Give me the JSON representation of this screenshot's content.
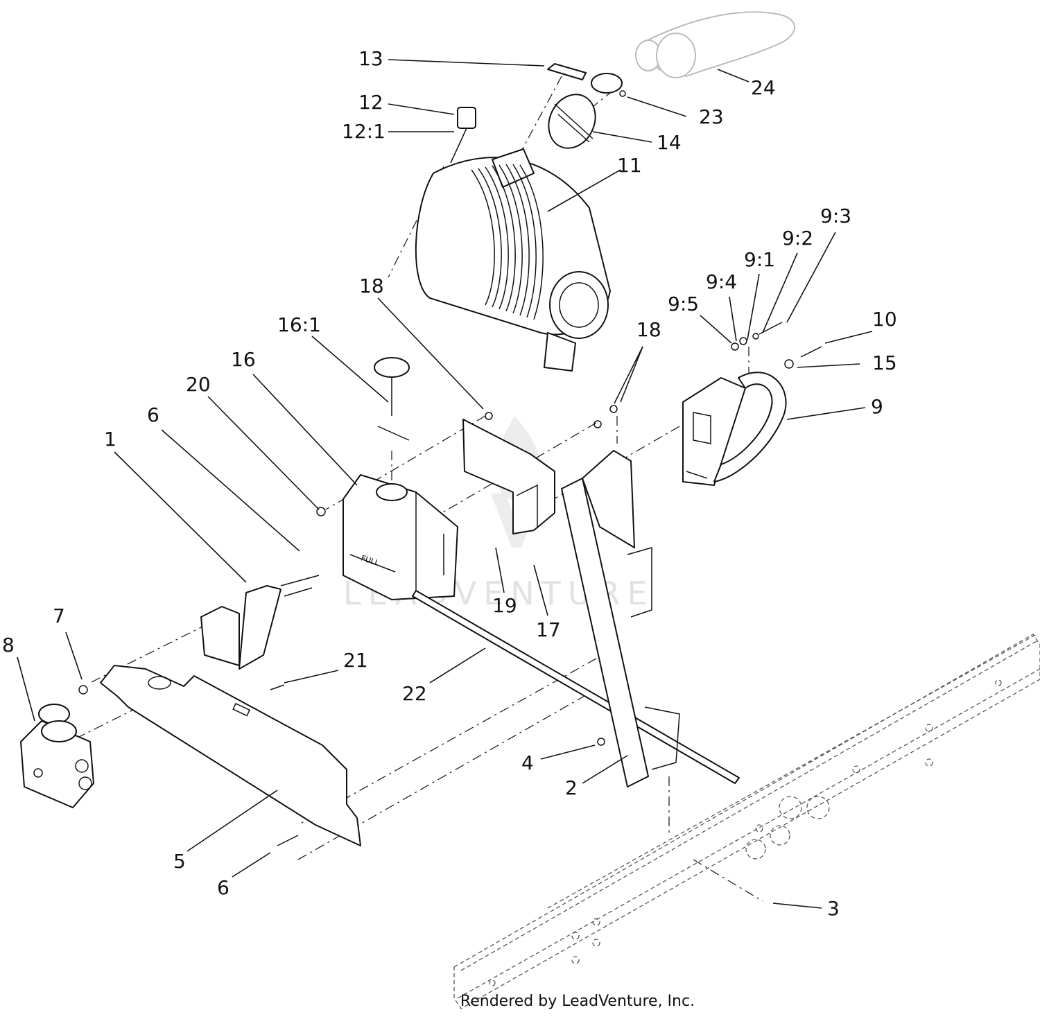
{
  "watermark": "LEADVENTURE",
  "footer": "Rendered by LeadVenture, Inc.",
  "callouts": [
    {
      "id": "13",
      "text": "13"
    },
    {
      "id": "24",
      "text": "24"
    },
    {
      "id": "12",
      "text": "12"
    },
    {
      "id": "12-1",
      "text": "12:1"
    },
    {
      "id": "23",
      "text": "23"
    },
    {
      "id": "14",
      "text": "14"
    },
    {
      "id": "11",
      "text": "11"
    },
    {
      "id": "9-3",
      "text": "9:3"
    },
    {
      "id": "9-2",
      "text": "9:2"
    },
    {
      "id": "9-1",
      "text": "9:1"
    },
    {
      "id": "9-4",
      "text": "9:4"
    },
    {
      "id": "9-5",
      "text": "9:5"
    },
    {
      "id": "18-a",
      "text": "18"
    },
    {
      "id": "18-b",
      "text": "18"
    },
    {
      "id": "10",
      "text": "10"
    },
    {
      "id": "16-1",
      "text": "16:1"
    },
    {
      "id": "15",
      "text": "15"
    },
    {
      "id": "16",
      "text": "16"
    },
    {
      "id": "20",
      "text": "20"
    },
    {
      "id": "9",
      "text": "9"
    },
    {
      "id": "6-a",
      "text": "6"
    },
    {
      "id": "1",
      "text": "1"
    },
    {
      "id": "19",
      "text": "19"
    },
    {
      "id": "17",
      "text": "17"
    },
    {
      "id": "7",
      "text": "7"
    },
    {
      "id": "8",
      "text": "8"
    },
    {
      "id": "21",
      "text": "21"
    },
    {
      "id": "22",
      "text": "22"
    },
    {
      "id": "4",
      "text": "4"
    },
    {
      "id": "2",
      "text": "2"
    },
    {
      "id": "5",
      "text": "5"
    },
    {
      "id": "6-b",
      "text": "6"
    },
    {
      "id": "3",
      "text": "3"
    }
  ],
  "tank_label": "FULL"
}
